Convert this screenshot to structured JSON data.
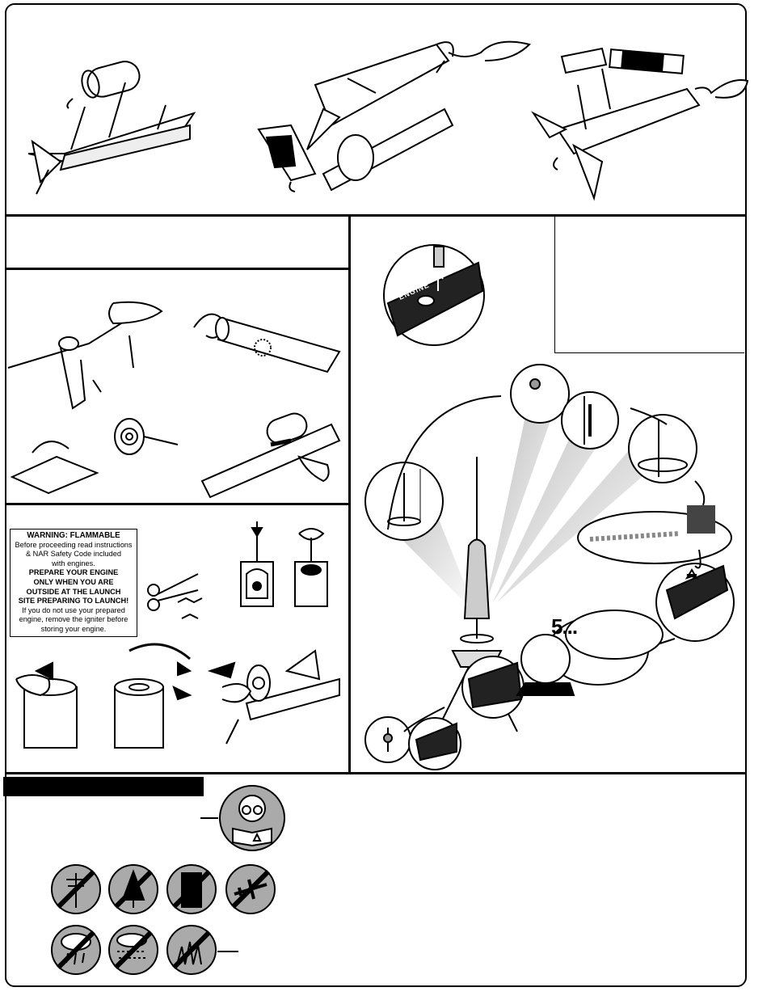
{
  "warning": {
    "title": "WARNING: FLAMMABLE",
    "line1": "Before proceeding read instructions",
    "line2": "& NAR Safety Code included",
    "line3": "with engines.",
    "bold1": "PREPARE YOUR ENGINE",
    "bold2": "ONLY WHEN YOU ARE",
    "bold3": "OUTSIDE AT THE LAUNCH",
    "bold4": "SITE PREPARING TO LAUNCH!",
    "line4": "If you do not use your prepared",
    "line5": "engine, remove the igniter before",
    "line6": "storing your engine."
  },
  "countdown": {
    "text": "5..."
  },
  "launch_controller": {
    "label": "ENGINE"
  },
  "colors": {
    "ink": "#000000",
    "paper": "#ffffff",
    "shade": "#bdbdbd"
  },
  "icons": [
    "rocket-body-assembly",
    "engine-mount",
    "nose-cone",
    "read-instructions-icon",
    "no-power-lines-icon",
    "no-trees-icon",
    "no-buildings-icon",
    "no-aircraft-icon",
    "no-rain-icon",
    "no-wind-icon",
    "no-dry-grass-icon"
  ]
}
